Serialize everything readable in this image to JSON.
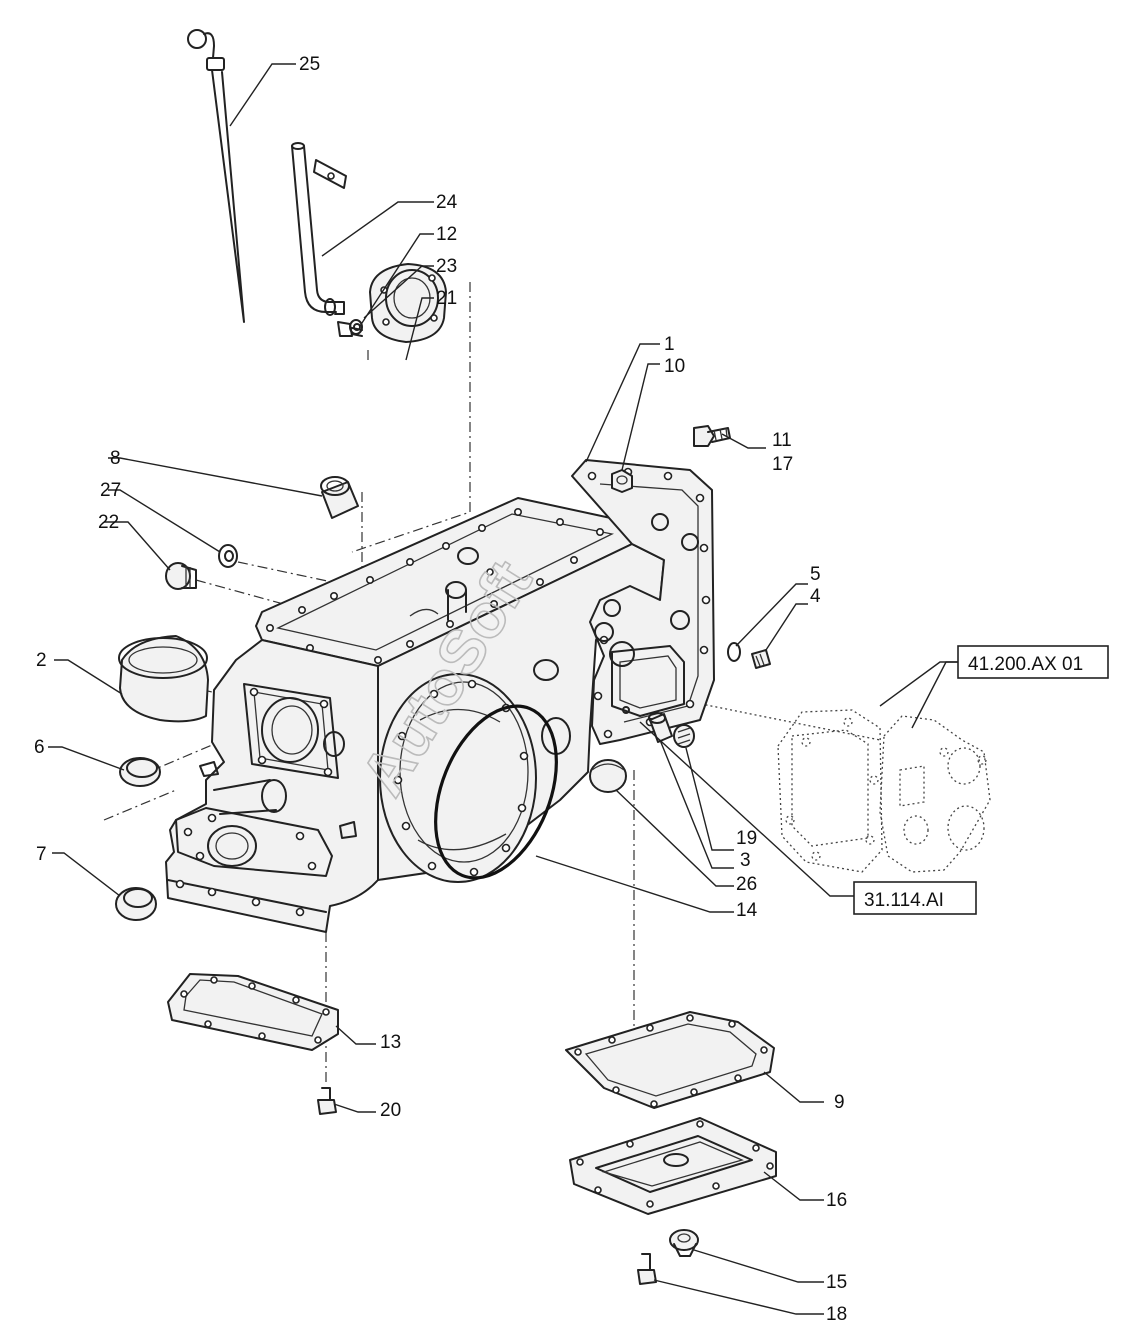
{
  "callouts": [
    "25",
    "24",
    "12",
    "23",
    "21",
    "1",
    "10",
    "11",
    "17",
    "8",
    "27",
    "22",
    "5",
    "4",
    "2",
    "6",
    "7",
    "19",
    "3",
    "26",
    "14",
    "13",
    "20",
    "9",
    "16",
    "15",
    "18"
  ],
  "references": {
    "ref_top": "41.200.AX 01",
    "ref_bottom": "31.114.AI"
  },
  "watermark": "AutoSoft"
}
